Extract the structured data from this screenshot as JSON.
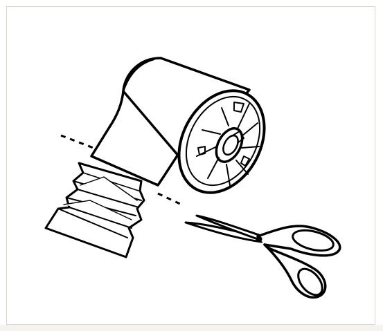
{
  "figure": {
    "kind": "line-art illustration",
    "parts": [
      "ribbon-roll",
      "ribbon-core",
      "cut-line",
      "crumpled-ribbon",
      "scissors"
    ],
    "colors": {
      "ink": "#000000",
      "paper": "#ffffff",
      "frame": "#d9d4cc"
    }
  }
}
